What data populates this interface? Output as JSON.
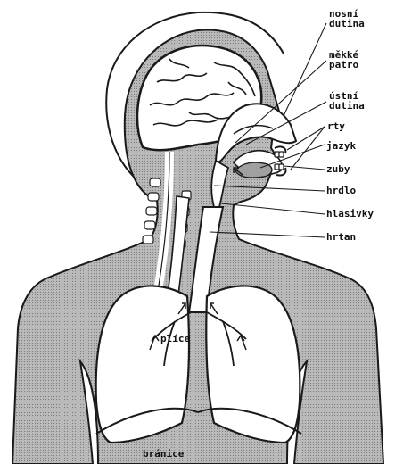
{
  "diagram": {
    "labels": {
      "nosni_dutina": [
        "nosní",
        "dutina"
      ],
      "mekke_patro": [
        "měkké",
        "patro"
      ],
      "ustni_dutina": [
        "ústní",
        "dutina"
      ],
      "rty": "rty",
      "jazyk": "jazyk",
      "zuby": "zuby",
      "hrdlo": "hrdlo",
      "hlasivky": "hlasivky",
      "hrtan": "hrtan",
      "plice": "plíce",
      "branice": "bránice"
    },
    "colors": {
      "body_fill": "#b4b4b4",
      "organ_fill": "#ffffff",
      "line": "#1a1a1a"
    }
  }
}
